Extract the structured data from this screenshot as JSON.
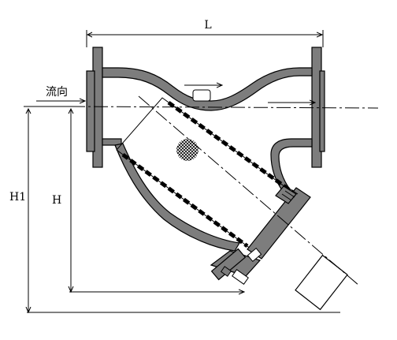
{
  "labels": {
    "length": "L",
    "height_total": "H1",
    "height": "H",
    "flow_direction": "流向"
  },
  "colors": {
    "body_fill": "#7d7d7d",
    "line": "#000000",
    "background": "#ffffff"
  }
}
